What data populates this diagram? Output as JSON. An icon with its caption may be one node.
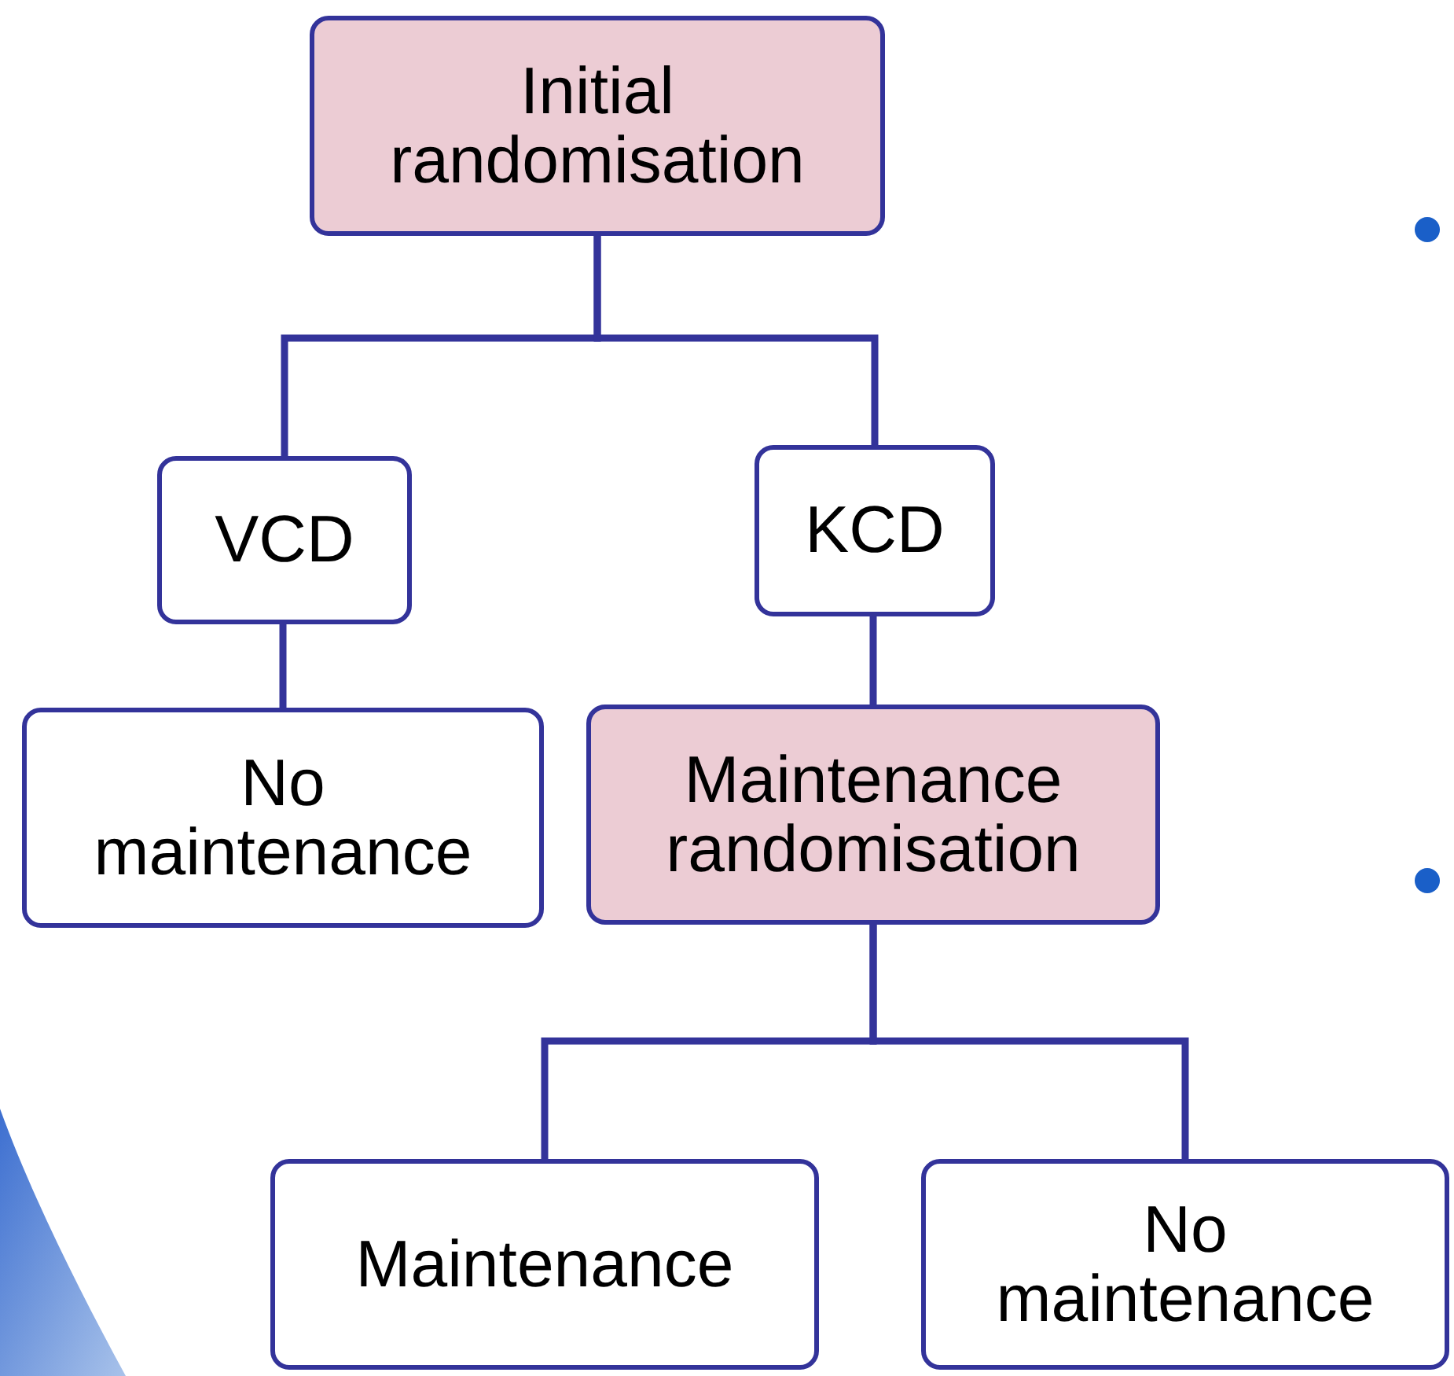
{
  "diagram": {
    "nodes": [
      {
        "text": [
          "Initial randomisation"
        ]
      },
      {
        "text": [
          "VCD"
        ]
      },
      {
        "text": [
          "KCD"
        ]
      },
      {
        "text": [
          "No maintenance"
        ]
      },
      {
        "text": [
          "Maintenance randomisation"
        ]
      },
      {
        "text": [
          "Maintenance"
        ]
      },
      {
        "text": [
          "No maintenance"
        ]
      }
    ],
    "edges": [
      {
        "from": 0,
        "to": 1,
        "arrow": "none"
      },
      {
        "from": 0,
        "to": 2,
        "arrow": "none"
      },
      {
        "from": 1,
        "to": 3,
        "arrow": "none"
      },
      {
        "from": 2,
        "to": 4,
        "arrow": "none"
      },
      {
        "from": 4,
        "to": 5,
        "arrow": "none"
      },
      {
        "from": 4,
        "to": 6,
        "arrow": "none"
      }
    ]
  }
}
